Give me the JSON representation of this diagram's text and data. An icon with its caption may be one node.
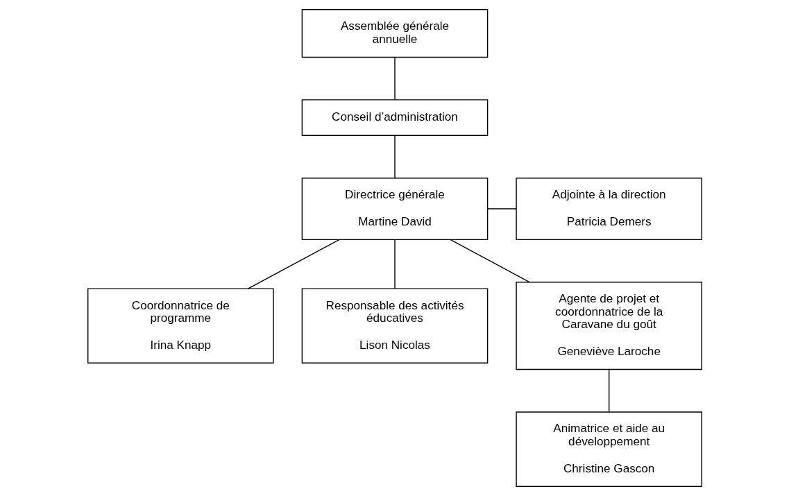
{
  "diagram": {
    "nodes": [
      {
        "text": [
          "Assemblée générale annuelle"
        ]
      },
      {
        "text": [
          "Conseil d’administration"
        ]
      },
      {
        "text": [
          "Directrice générale",
          "Martine David"
        ]
      },
      {
        "text": [
          "Adjointe à la direction",
          "Patricia Demers"
        ]
      },
      {
        "text": [
          "Coordonnatrice de programme",
          "Irina Knapp"
        ]
      },
      {
        "text": [
          "Responsable des activités éducatives",
          "Lison Nicolas"
        ]
      },
      {
        "text": [
          "Agente de projet et coordonnatrice de la Caravane du goût",
          "Geneviève Laroche"
        ]
      },
      {
        "text": [
          "Animatrice et aide au développement",
          "Christine Gascon"
        ]
      }
    ],
    "edges": [
      {
        "from": 0,
        "to": 1,
        "arrow": "none"
      },
      {
        "from": 1,
        "to": 2,
        "arrow": "none"
      },
      {
        "from": 2,
        "to": 3,
        "arrow": "none"
      },
      {
        "from": 2,
        "to": 4,
        "arrow": "none"
      },
      {
        "from": 2,
        "to": 5,
        "arrow": "none"
      },
      {
        "from": 2,
        "to": 6,
        "arrow": "none"
      },
      {
        "from": 6,
        "to": 7,
        "arrow": "none"
      }
    ]
  }
}
